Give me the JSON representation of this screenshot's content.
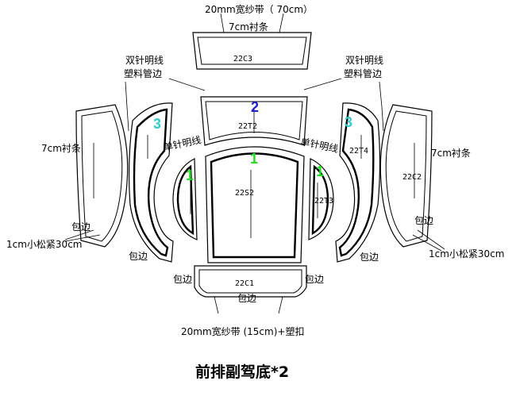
{
  "title": "前排副驾底*2",
  "labels": {
    "top_band": "20mm宽纱带（ 70cm）",
    "top_lining": "7cm衬条",
    "double_stitch_left": [
      "双针明线",
      "塑料管边"
    ],
    "double_stitch_right": [
      "双针明线",
      "塑料管边"
    ],
    "single_stitch_left": "单针明线",
    "single_stitch_right": "单针明线",
    "lining_left": "7cm衬条",
    "lining_right": "7cm衬条",
    "binding_left_outer": "包边",
    "binding_left_inner": "包边",
    "binding_right_outer": "包边",
    "binding_right_inner": "包边",
    "binding_bottom_left": "包边",
    "binding_bottom_right": "包边",
    "binding_bottom_center": "包边",
    "loose_left": "1cm小松紧30cm",
    "loose_right": "1cm小松紧30cm",
    "bottom_band": "20mm宽纱带 (15cm)+塑扣"
  },
  "pieces": {
    "c3": "22C3",
    "t2": "22T2",
    "s2": "22S2",
    "t3": "22T3",
    "t4": "22T4",
    "c2": "22C2",
    "c1": "22C1"
  },
  "numbers": {
    "t2": "2",
    "s2": "1",
    "left_small": "1",
    "right_small": "1",
    "left_arc": "3",
    "right_arc": "3"
  },
  "colors": {
    "green": "#22dd22",
    "blue": "#2222cc",
    "cyan": "#33cccc",
    "line": "#000000"
  }
}
